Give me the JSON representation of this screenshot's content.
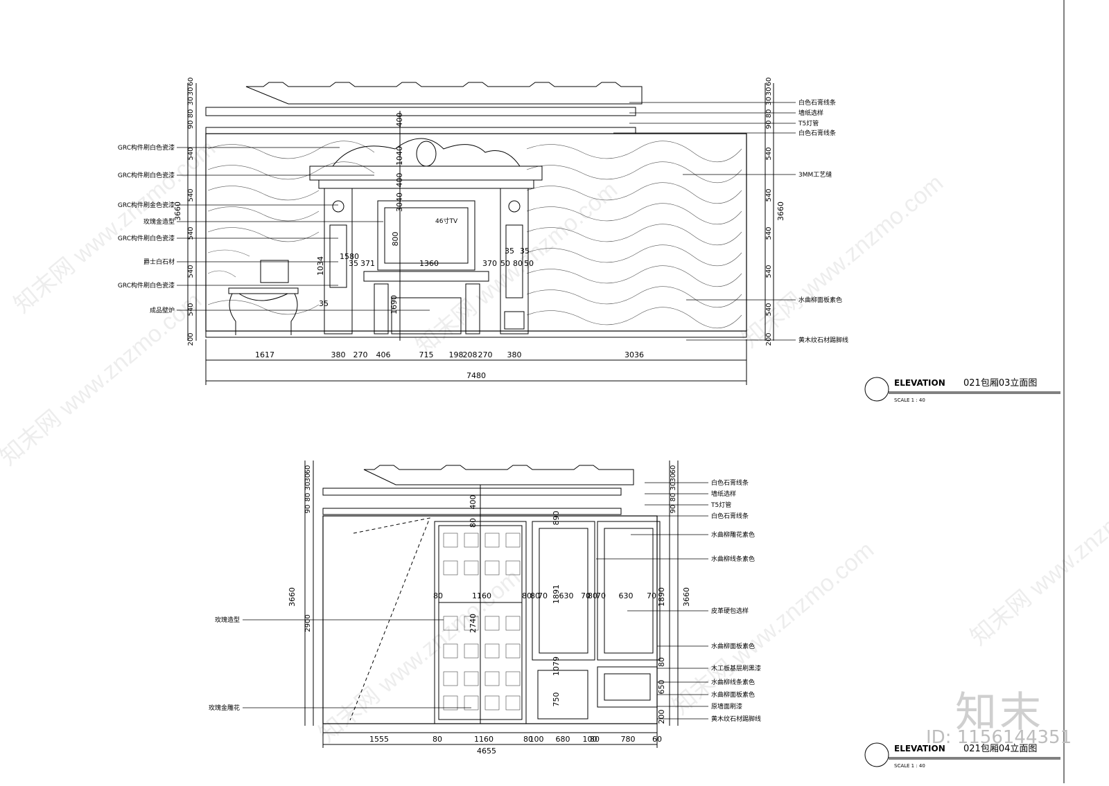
{
  "top_elevation": {
    "left_labels": [
      "GRC构件刷白色瓷漆",
      "GRC构件刷白色瓷漆",
      "GRC构件刷金色瓷漆",
      "玫瑰金造型",
      "GRC构件刷白色瓷漆",
      "爵士白石材",
      "GRC构件刷白色瓷漆",
      "成品壁炉"
    ],
    "right_labels": [
      "白色石膏线条",
      "墙纸选样",
      "T5灯管",
      "白色石膏线条",
      "3MM工艺缝",
      "水曲柳面板素色",
      "黄木纹石材踢脚线"
    ],
    "left_dims": [
      "60",
      "30",
      "30",
      "80",
      "90",
      "540",
      "540",
      "540",
      "540",
      "540",
      "200"
    ],
    "total_height": "3660",
    "bottom_dims": [
      "1617",
      "380",
      "270",
      "406",
      "715",
      "198",
      "208",
      "270",
      "380",
      "3036"
    ],
    "total_width": "7480",
    "inner_dims": [
      "35",
      "371",
      "1360",
      "370",
      "50",
      "80",
      "50",
      "35",
      "35",
      "1034",
      "1580",
      "1690",
      "800",
      "400",
      "400",
      "1040",
      "3040",
      "35",
      "50",
      "50",
      "35"
    ],
    "tv_label": "46寸TV",
    "title_en": "ELEVATION",
    "title_cn": "021包厢03立面图",
    "scale": "SCALE 1 :  40"
  },
  "bottom_elevation": {
    "left_labels": [
      "玫瑰造型",
      "玫瑰金雕花"
    ],
    "right_labels": [
      "白色石膏线条",
      "墙纸选样",
      "T5灯管",
      "白色石膏线条",
      "水曲柳雕花素色",
      "水曲柳线条素色",
      "皮革硬包选样",
      "水曲柳面板素色",
      "木工板基层刷黑漆",
      "水曲柳线条素色",
      "水曲柳面板素色",
      "原墙面刷漆",
      "黄木纹石材踢脚线"
    ],
    "left_dims": [
      "60",
      "30",
      "30",
      "80",
      "90",
      "2900"
    ],
    "total_height": "3660",
    "bottom_dims": [
      "1555",
      "80",
      "1160",
      "80",
      "100",
      "680",
      "100",
      "80",
      "780",
      "60"
    ],
    "total_width": "4655",
    "inner_dims": [
      "80",
      "1160",
      "80",
      "80",
      "70",
      "630",
      "70",
      "80",
      "70",
      "630",
      "70",
      "1890",
      "2740",
      "80",
      "400",
      "890",
      "1891",
      "1079",
      "750",
      "80",
      "650",
      "200"
    ],
    "title_en": "ELEVATION",
    "title_cn": "021包厢04立面图",
    "scale": "SCALE 1 :  40"
  },
  "watermark": "知末网 www.znzmo.com",
  "brand": "知末",
  "id_tag": "ID: 1156144351"
}
